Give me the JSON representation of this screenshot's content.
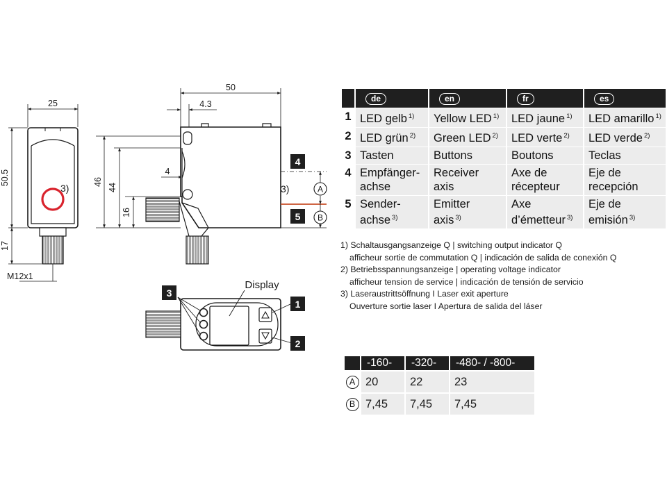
{
  "drawing": {
    "front_view": {
      "width_dim": "25",
      "height_dim": "50.5",
      "connector_dim": "17",
      "thread_label": "M12x1",
      "aperture_ref": "3)"
    },
    "side_view": {
      "length_dim": "50",
      "offset_dim": "4.3",
      "height_dim_46": "46",
      "height_dim_44": "44",
      "gap_dim": "4",
      "low_dim": "16",
      "aperture_ref": "3)",
      "marker_receiver": "4",
      "marker_emitter": "5",
      "point_a": "A",
      "point_b": "B"
    },
    "top_view": {
      "display_label": "Display",
      "marker_buttons": "3",
      "marker_led1": "1",
      "marker_led2": "2"
    },
    "colors": {
      "laser_red": "#d9232d",
      "emitter_line": "#c8502a",
      "housing_stroke": "#1a1a1a",
      "table_header": "#1f1f1f",
      "table_cell": "#ececec"
    }
  },
  "lang_table": {
    "headers": [
      "de",
      "en",
      "fr",
      "es"
    ],
    "rows": [
      {
        "num": "1",
        "cells": [
          {
            "text": "LED gelb",
            "ref": "1)"
          },
          {
            "text": "Yellow LED",
            "ref": "1)"
          },
          {
            "text": "LED jaune",
            "ref": "1)"
          },
          {
            "text": "LED amarillo",
            "ref": "1)"
          }
        ]
      },
      {
        "num": "2",
        "cells": [
          {
            "text": "LED grün",
            "ref": "2)"
          },
          {
            "text": "Green LED",
            "ref": "2)"
          },
          {
            "text": "LED verte",
            "ref": "2)"
          },
          {
            "text": "LED verde",
            "ref": "2)"
          }
        ]
      },
      {
        "num": "3",
        "cells": [
          {
            "text": "Tasten"
          },
          {
            "text": "Buttons"
          },
          {
            "text": "Boutons"
          },
          {
            "text": "Teclas"
          }
        ]
      },
      {
        "num": "4",
        "cells": [
          {
            "line1": "Empfänger-",
            "line2": "achse"
          },
          {
            "line1": "Receiver",
            "line2": "axis"
          },
          {
            "line1": "Axe de",
            "line2": "récepteur"
          },
          {
            "line1": "Eje de",
            "line2": "recepción"
          }
        ]
      },
      {
        "num": "5",
        "cells": [
          {
            "line1": "Sender-",
            "line2": "achse",
            "ref": "3)"
          },
          {
            "line1": "Emitter",
            "line2": "axis",
            "ref": "3)"
          },
          {
            "line1": "Axe",
            "line2": "d’émetteur",
            "ref": "3)"
          },
          {
            "line1": "Eje de",
            "line2": "emisión",
            "ref": "3)"
          }
        ]
      }
    ]
  },
  "footnotes": [
    "1) Schaltausgangsanzeige Q | switching output indicator Q",
    "afficheur sortie de commutation Q | indicación de salida de conexión Q",
    "2) Betriebsspannungsanzeige | operating voltage indicator",
    "afficheur tension de service | indicación de tensión de servicio",
    "3) Laseraustrittsöffnung I Laser exit aperture",
    "Ouverture sortie laser I Apertura de salida del láser"
  ],
  "value_table": {
    "headers": [
      "-160-",
      "-320-",
      "-480- / -800-"
    ],
    "rows": [
      {
        "label": "A",
        "values": [
          "20",
          "22",
          "23"
        ]
      },
      {
        "label": "B",
        "values": [
          "7,45",
          "7,45",
          "7,45"
        ]
      }
    ]
  }
}
